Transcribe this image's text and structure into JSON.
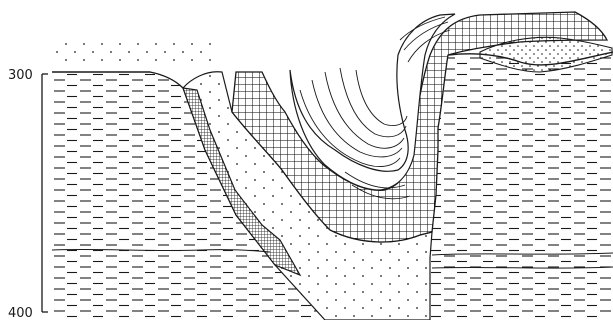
{
  "scale": {
    "ticks": [
      {
        "label": "300",
        "value": 300
      },
      {
        "label": "400",
        "value": 400
      }
    ]
  },
  "units": {
    "dashed_fill": "mudstone",
    "dotted_fill": "sand",
    "grid_fill": "coarse-grid",
    "fine_grid_fill": "fine-grid",
    "wavy_lines": "lamination"
  },
  "colors": {
    "ink": "#1a1a1a",
    "background": "#ffffff"
  }
}
